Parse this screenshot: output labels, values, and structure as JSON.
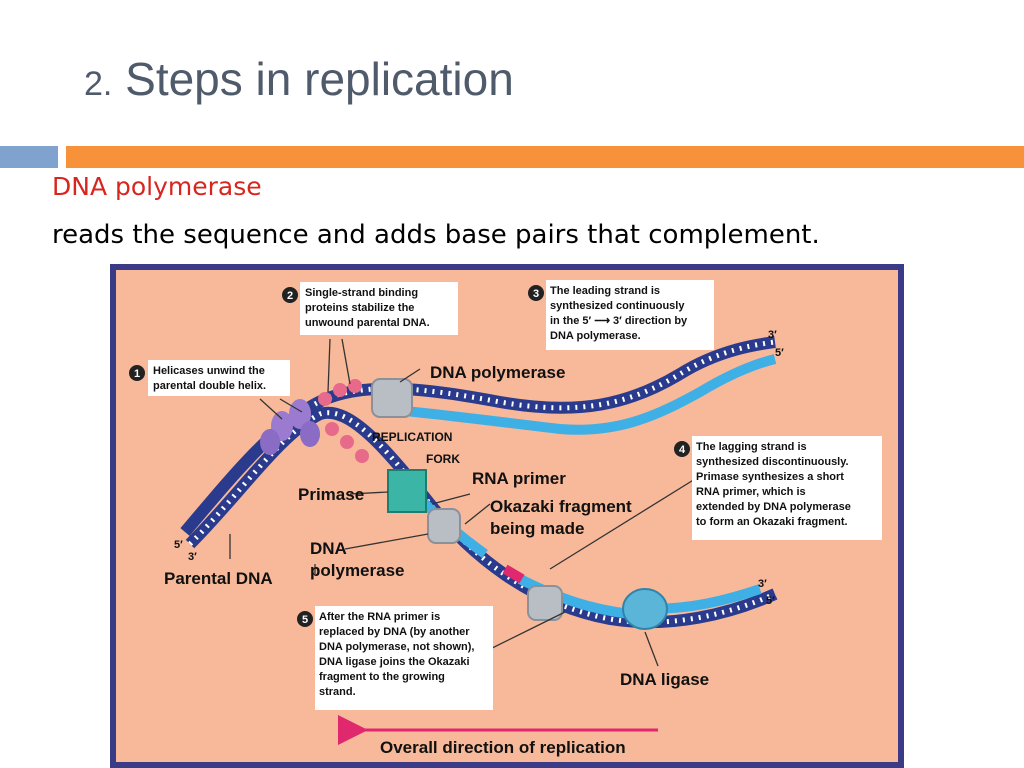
{
  "slide": {
    "title_number": "2.",
    "title_text": "Steps in replication",
    "subheading": "DNA polymerase",
    "body_text": "reads the sequence and adds base pairs that complement."
  },
  "colors": {
    "title": "#4f5b6b",
    "subheading": "#d8261e",
    "accent_orange": "#f7923a",
    "accent_blue": "#7fa2cf",
    "diagram_background": "#f7b99a",
    "diagram_frame": "#3b3a86",
    "dna_strand": "#2a3a8c",
    "new_strand": "#3fb0e6",
    "rna_primer": "#e0286e"
  },
  "diagram": {
    "callouts": [
      {
        "number": "1",
        "lines": [
          "Helicases unwind the",
          "parental double helix."
        ]
      },
      {
        "number": "2",
        "lines": [
          "Single-strand binding",
          "proteins stabilize the",
          "unwound parental DNA."
        ]
      },
      {
        "number": "3",
        "lines": [
          "The leading strand is",
          "synthesized continuously",
          "in the 5′ ⟶ 3′ direction by",
          "DNA polymerase."
        ]
      },
      {
        "number": "4",
        "lines": [
          "The lagging strand is",
          "synthesized discontinuously.",
          "Primase synthesizes a short",
          "RNA primer, which is",
          "extended by DNA polymerase",
          "to form an Okazaki fragment."
        ]
      },
      {
        "number": "5",
        "lines": [
          "After the RNA primer is",
          "replaced by DNA (by another",
          "DNA polymerase, not shown),",
          "DNA ligase joins the Okazaki",
          "fragment to the growing",
          "strand."
        ]
      }
    ],
    "labels": {
      "dna_polymerase_top": "DNA polymerase",
      "replication_fork_line1": "REPLICATION",
      "replication_fork_line2": "FORK",
      "rna_primer": "RNA primer",
      "primase": "Primase",
      "okazaki_line1": "Okazaki fragment",
      "okazaki_line2": "being made",
      "dna_polymerase_lower_line1": "DNA",
      "dna_polymerase_lower_line2": "polymerase",
      "parental_dna": "Parental DNA",
      "dna_ligase": "DNA ligase",
      "overall_direction": "Overall direction of replication"
    },
    "strand_ends": {
      "top_3": "3′",
      "top_5": "5′",
      "left_5": "5′",
      "left_3": "3′",
      "bottom_3": "3′",
      "bottom_5": "5′"
    }
  }
}
